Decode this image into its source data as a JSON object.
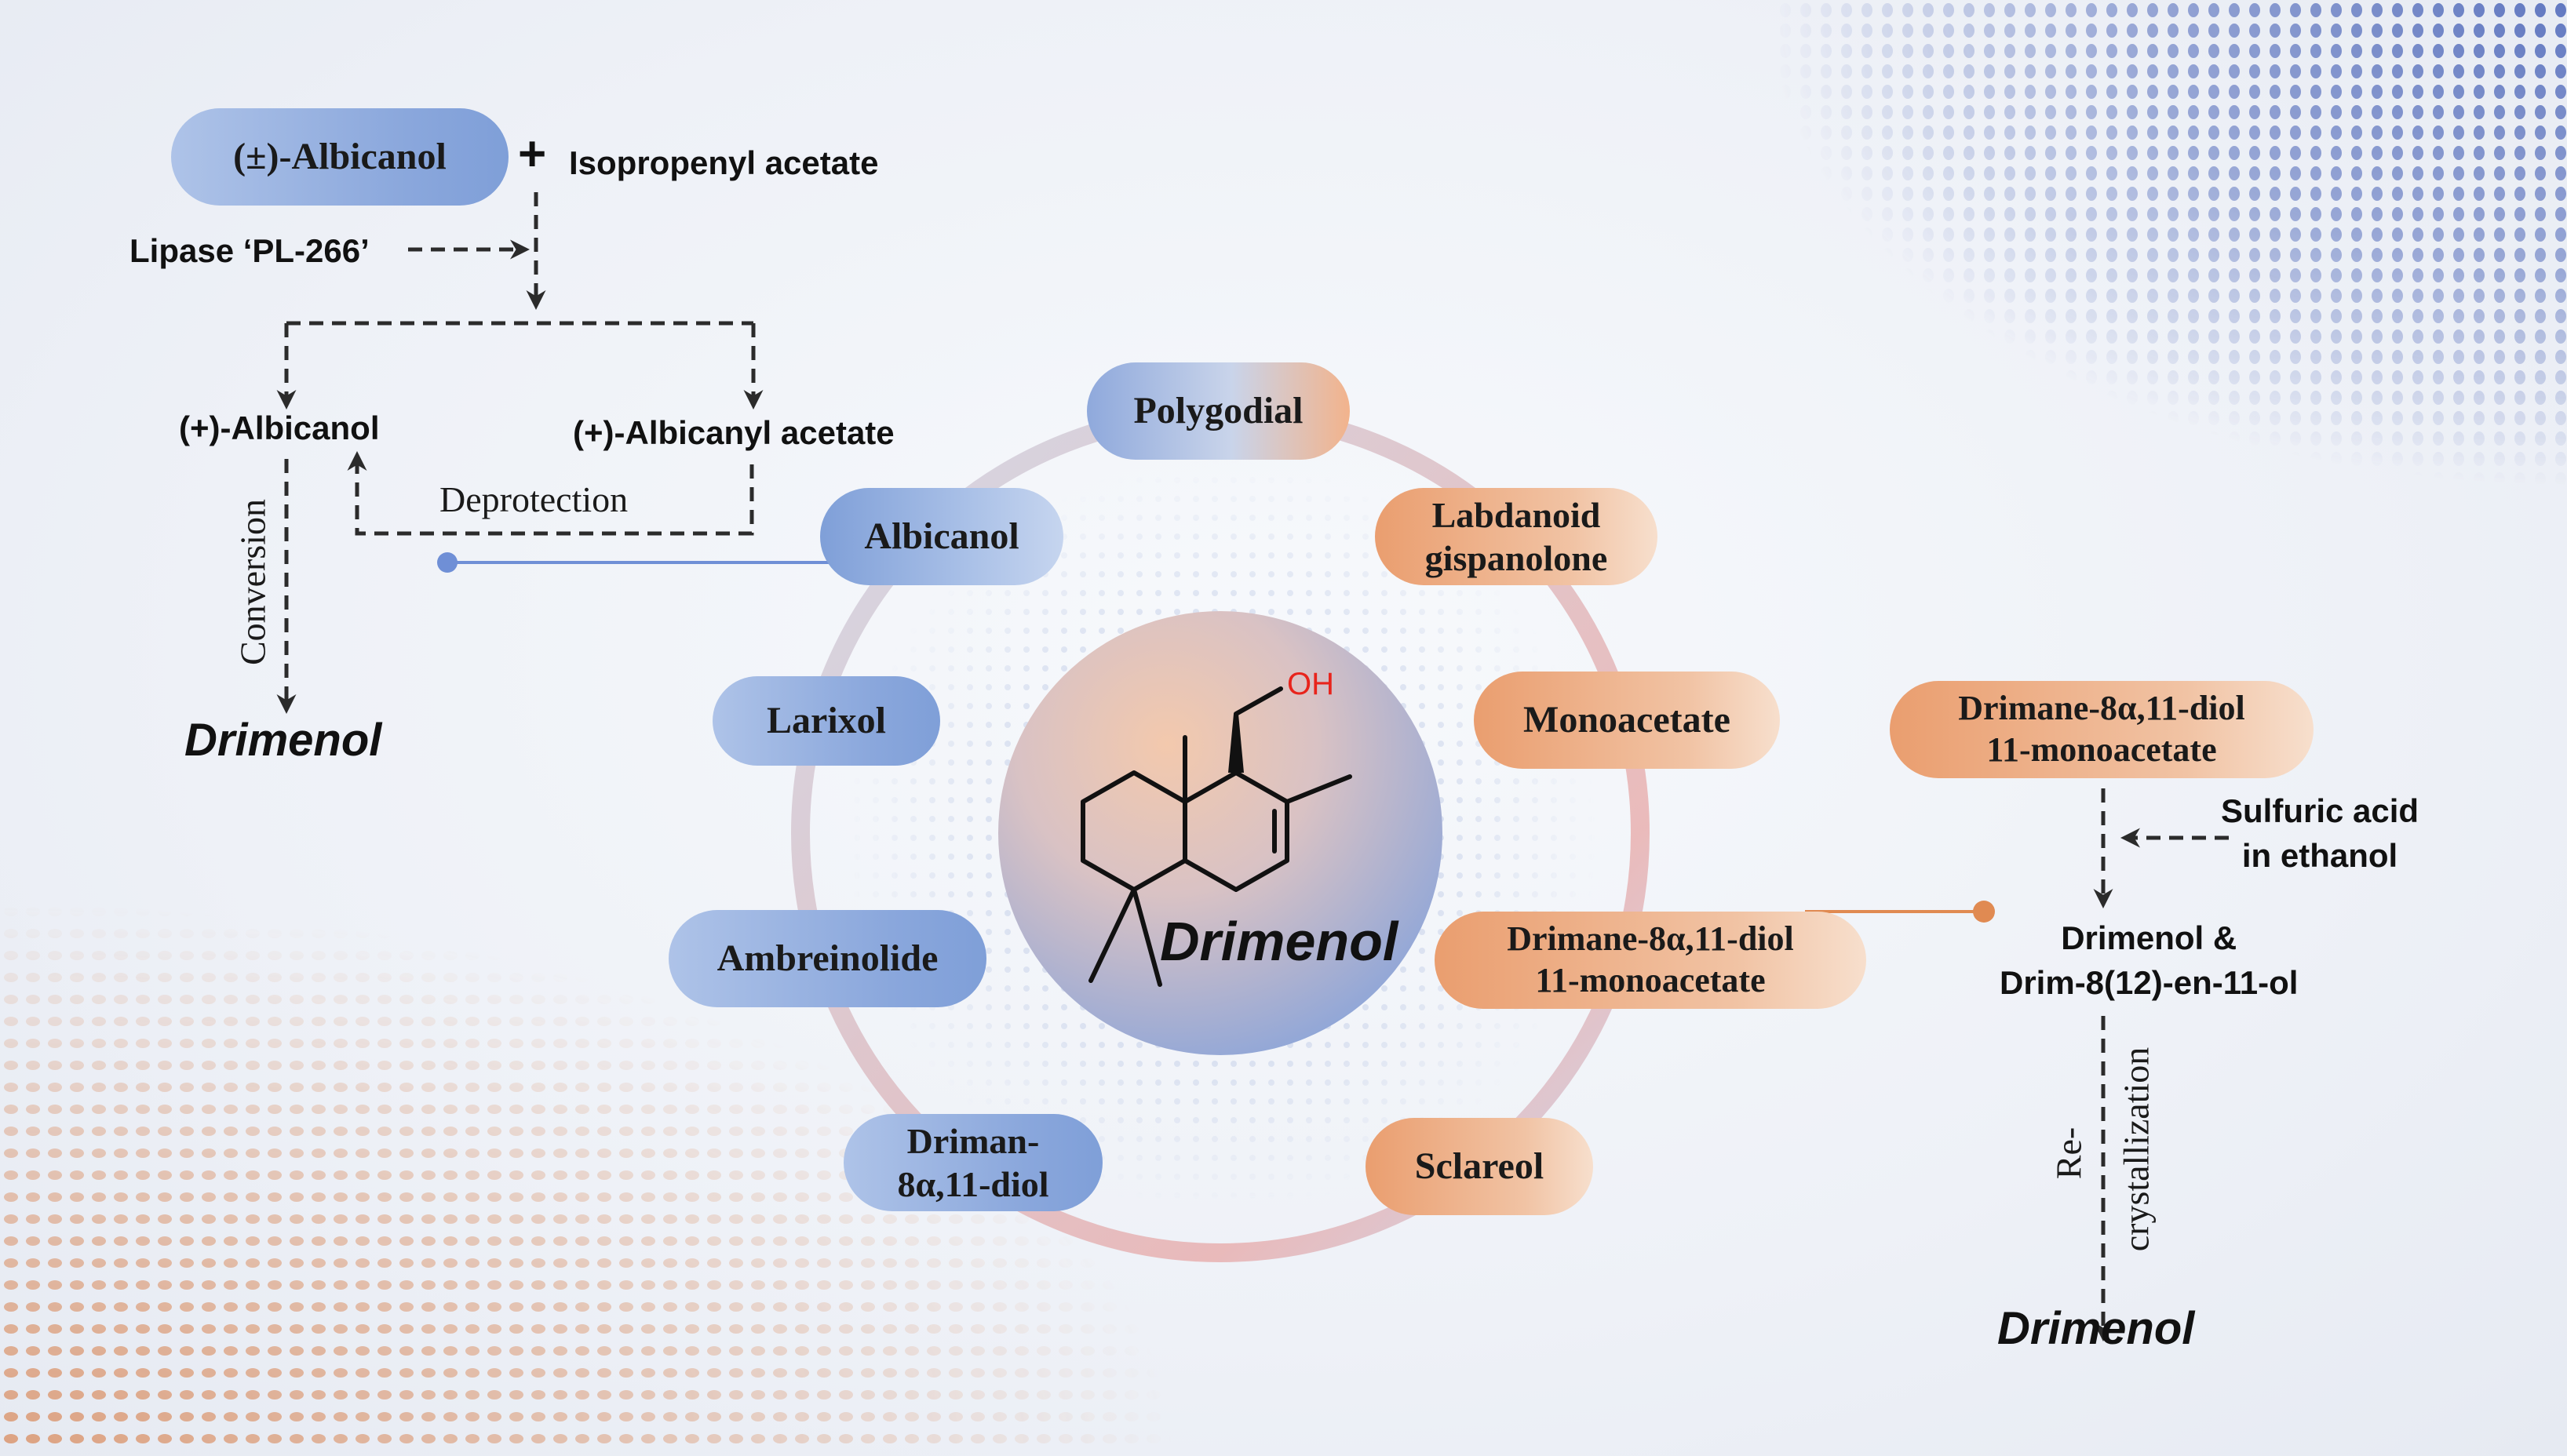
{
  "title_center": "Drimenol",
  "oh_label": "OH",
  "ring_sources": {
    "polygodial": "Polygodial",
    "albicanol": "Albicanol",
    "larixol": "Larixol",
    "ambreinolide": "Ambreinolide",
    "drimandiol": [
      "Driman-",
      "8α,11-diol"
    ],
    "labdanoid": [
      "Labdanoid",
      "gispanolone"
    ],
    "monoacetate": "Monoacetate",
    "drimane_monoacetate": [
      "Drimane-8α,11-diol",
      "11-monoacetate"
    ],
    "sclareol": "Sclareol"
  },
  "left_route": {
    "start": "(±)-Albicanol",
    "plus": "+",
    "reagent": "Isopropenyl acetate",
    "enzyme": "Lipase ‘PL-266’",
    "product_a": "(+)-Albicanol",
    "product_b": "(+)-Albicanyl acetate",
    "deprotection": "Deprotection",
    "conversion": "Conversion",
    "final": "Drimenol"
  },
  "right_route": {
    "start": [
      "Drimane-8α,11-diol",
      "11-monoacetate"
    ],
    "reagent": [
      "Sulfuric acid",
      "in ethanol"
    ],
    "intermediate": [
      "Drimenol &",
      "Drim-8(12)-en-11-ol"
    ],
    "step": [
      "Re-",
      "crystallization"
    ],
    "final": "Drimenol"
  },
  "colors": {
    "blue": "#8aa7dc",
    "orange": "#ea9e6f",
    "oh_red": "#e8241c",
    "connector_blue": "#6f8fd6",
    "connector_orange": "#e08a52"
  }
}
